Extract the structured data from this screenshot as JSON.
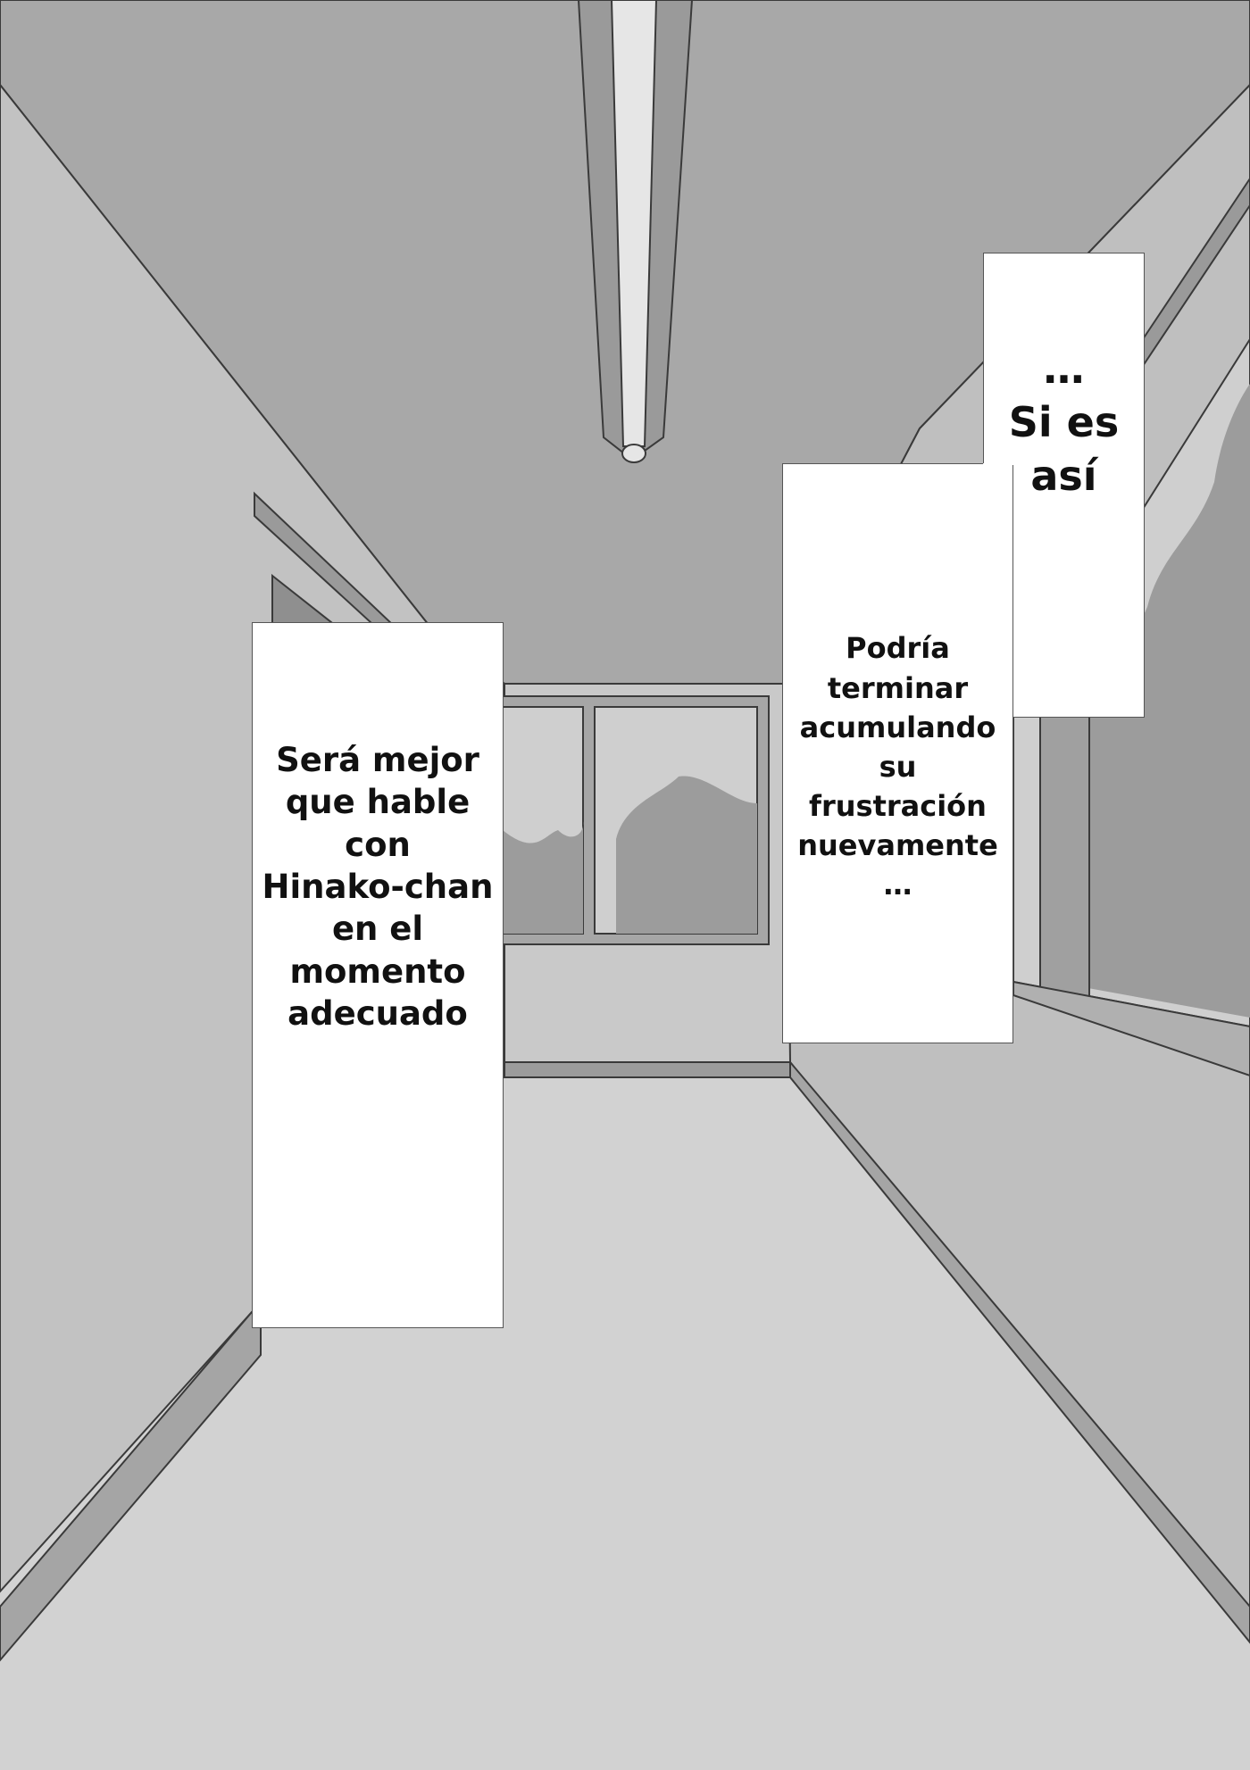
{
  "captions": {
    "right_top": "…\nSi es\nasí",
    "right_middle": "Podría\nterminar\nacumulando\nsu\nfrustración\nnuevamente\n…",
    "left": "Será mejor\nque hable\ncon\nHinako-chan\nen el\nmomento\nadecuado"
  },
  "colors": {
    "ceiling": "#a8a8a8",
    "left_wall": "#c2c2c2",
    "right_wall": "#bfbfbf",
    "floor": "#d2d2d2",
    "window_glass": "#cfcfcf",
    "cloud": "#9c9c9c",
    "outline": "#3a3a3a",
    "caption_bg": "#ffffff"
  }
}
